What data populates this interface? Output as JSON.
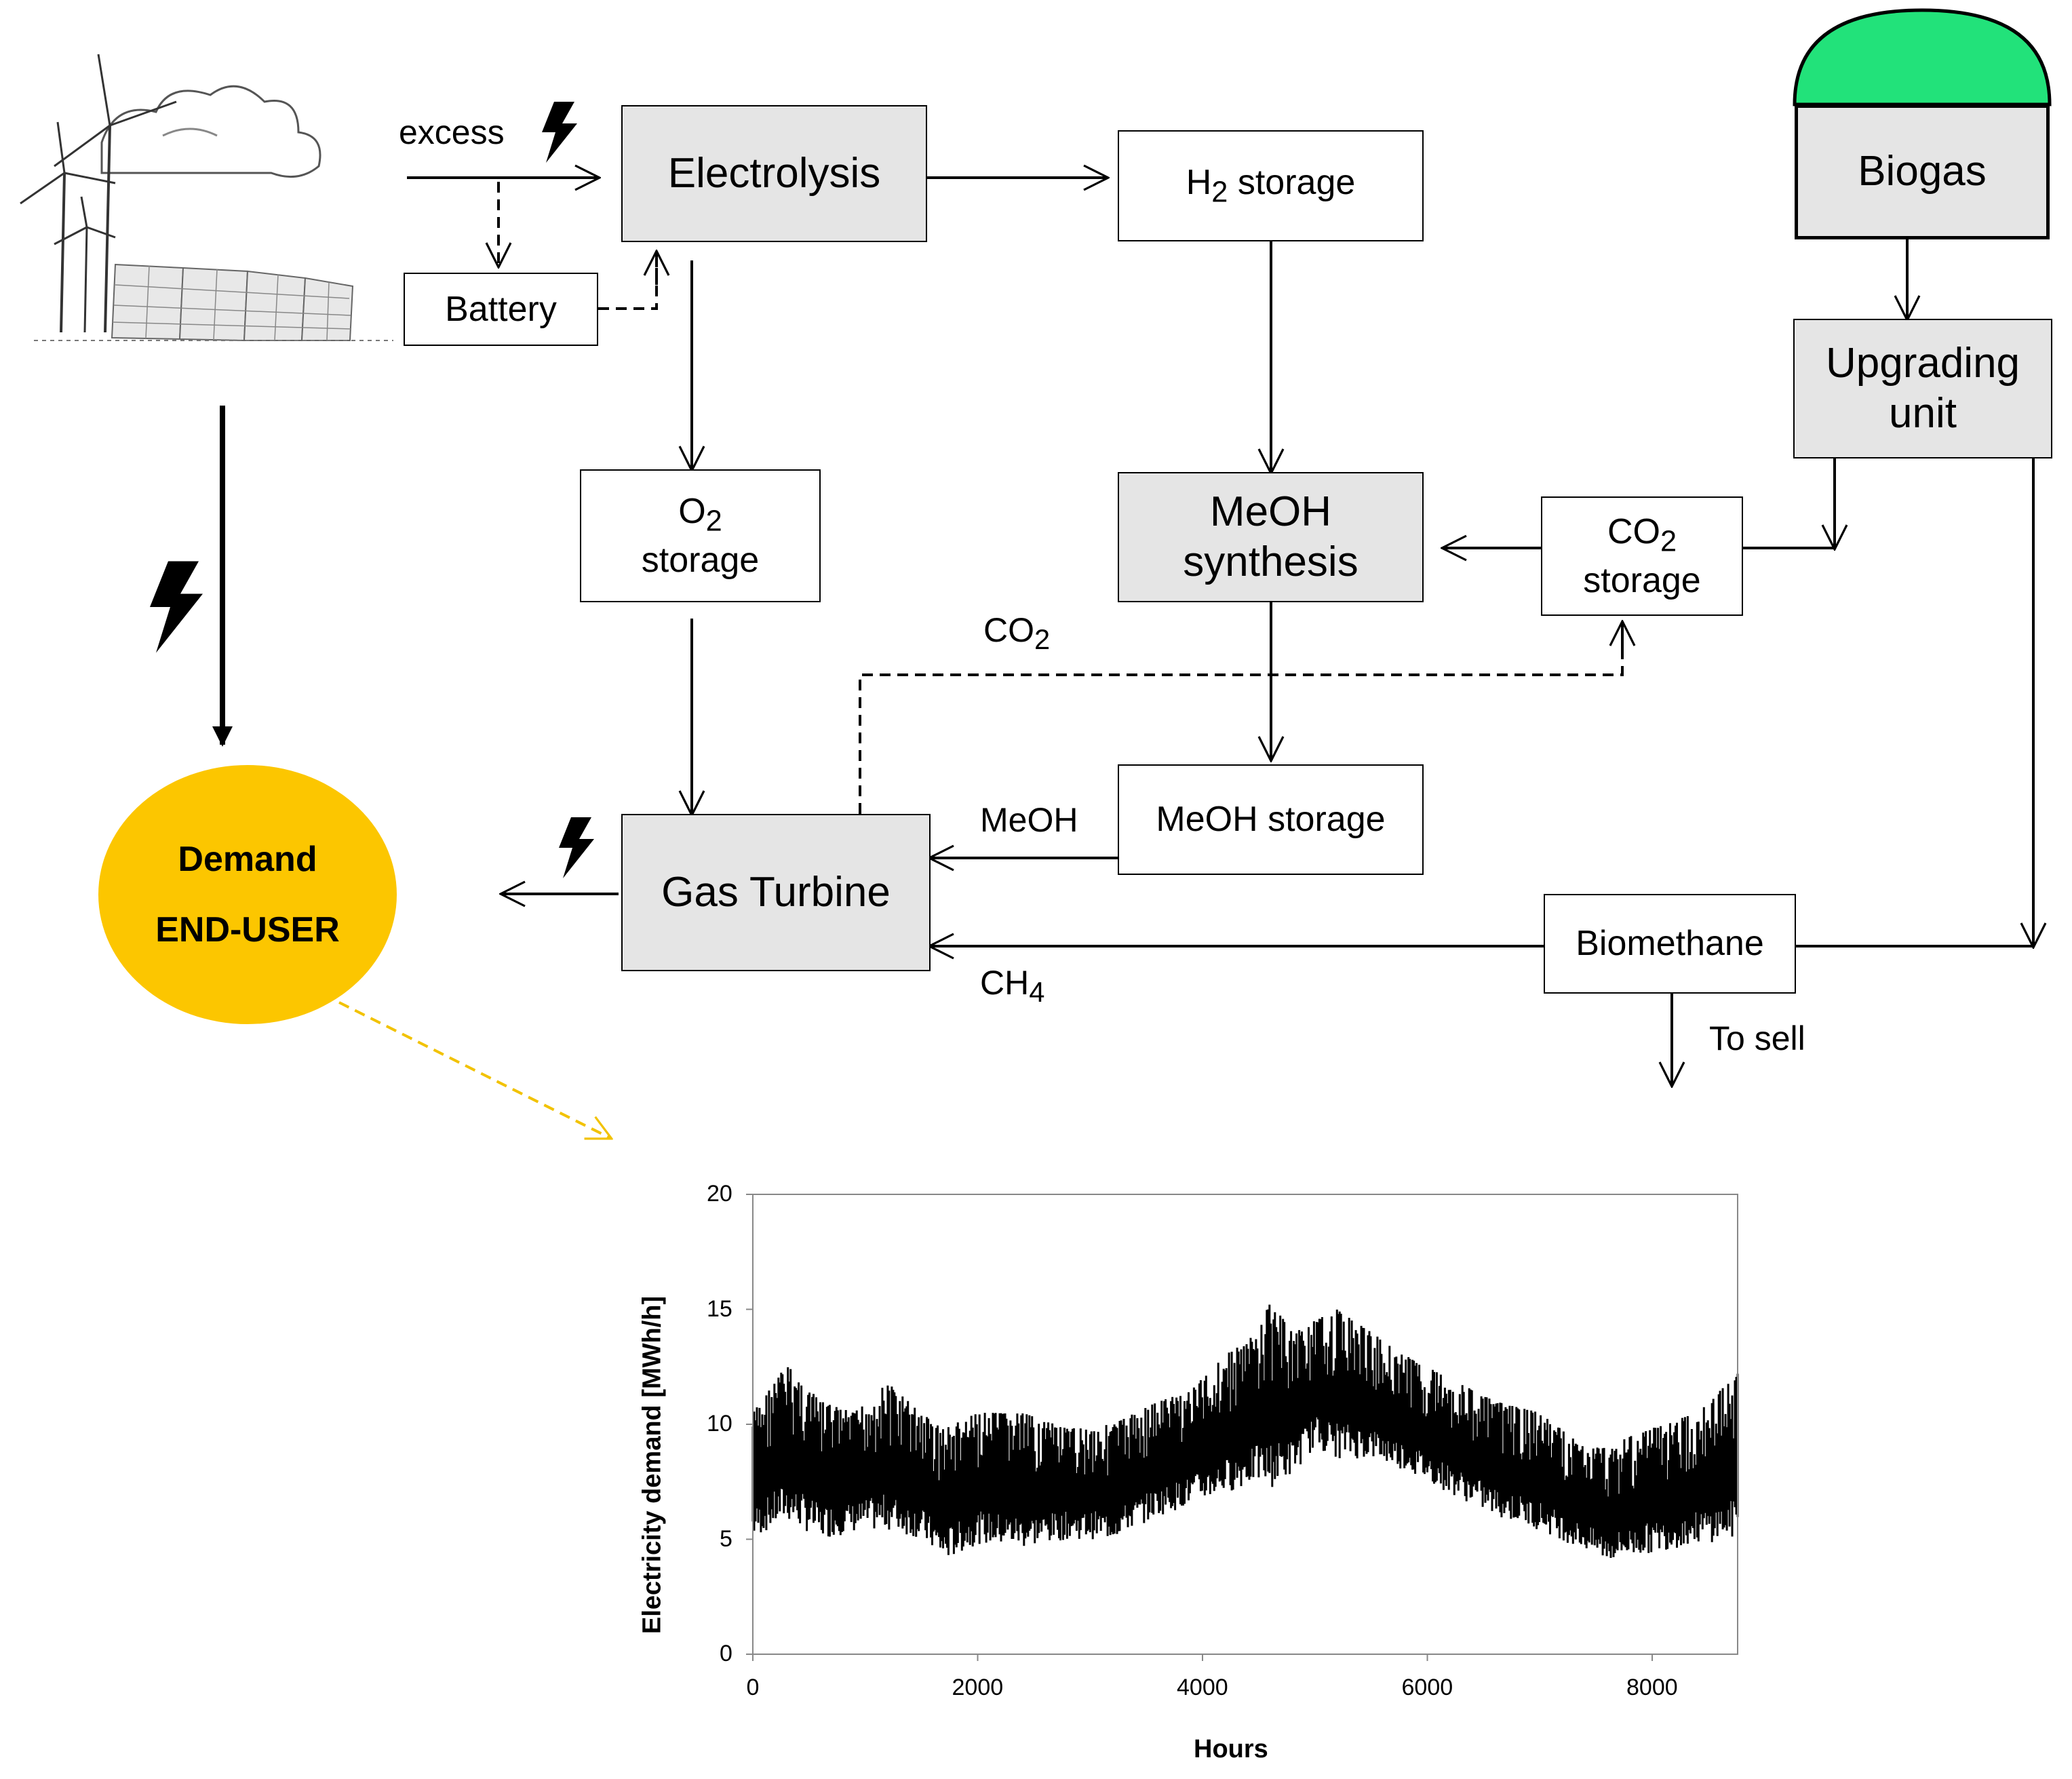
{
  "nodes": {
    "electrolysis": "Electrolysis",
    "h2_storage": {
      "prefix": "H",
      "sub": "2",
      "suffix": " storage"
    },
    "biogas": "Biogas",
    "battery": "Battery",
    "upgrading_line1": "Upgrading",
    "upgrading_line2": "unit",
    "o2_storage": {
      "prefix": "O",
      "sub": "2",
      "suffix": "storage"
    },
    "meoh_line1": "MeOH",
    "meoh_line2": "synthesis",
    "co2_storage": {
      "prefix": "CO",
      "sub": "2",
      "suffix": "storage"
    },
    "meoh_storage": "MeOH storage",
    "gas_turbine": "Gas Turbine",
    "biomethane": "Biomethane",
    "demand_line1": "Demand",
    "demand_line2": "END-USER"
  },
  "labels": {
    "excess": "excess",
    "co2_flow": {
      "prefix": "CO",
      "sub": "2"
    },
    "meoh_flow": "MeOH",
    "ch4_flow": {
      "prefix": "CH",
      "sub": "4"
    },
    "to_sell": "To sell"
  },
  "icons": [
    "renewables-icon",
    "lightning-icon"
  ],
  "colors": {
    "biogas_dome": "#22e27a",
    "demand": "#fcc600",
    "box_fill": "#e5e5e5"
  },
  "chart_data": {
    "type": "line",
    "xlabel": "Hours",
    "ylabel": "Electricity demand [MWh/h]",
    "xlim": [
      0,
      8760
    ],
    "ylim": [
      0,
      20
    ],
    "xticks": [
      0,
      2000,
      4000,
      6000,
      8000
    ],
    "yticks": [
      0,
      5,
      10,
      15,
      20
    ],
    "grid": false,
    "series": [
      {
        "style": "dense hourly band (daily min-max envelope)",
        "x": [
          0,
          300,
          600,
          900,
          1200,
          1500,
          1700,
          2000,
          2400,
          2800,
          3200,
          3600,
          3900,
          4200,
          4500,
          4600,
          4800,
          5000,
          5200,
          5500,
          5800,
          6200,
          6600,
          7000,
          7400,
          7600,
          7800,
          8100,
          8400,
          8760
        ],
        "low": [
          5.0,
          5.8,
          5.0,
          5.3,
          5.4,
          5.0,
          4.0,
          4.8,
          4.6,
          5.0,
          5.0,
          6.0,
          6.5,
          7.0,
          7.5,
          7.2,
          7.8,
          9.0,
          8.5,
          8.5,
          8.0,
          7.0,
          6.0,
          5.4,
          4.5,
          4.0,
          4.2,
          4.5,
          4.8,
          5.0
        ],
        "high": [
          10.5,
          12.6,
          11.0,
          10.5,
          11.8,
          10.5,
          9.8,
          10.5,
          10.5,
          9.8,
          10.0,
          11.0,
          11.5,
          13.0,
          14.0,
          15.4,
          14.0,
          14.5,
          15.0,
          14.0,
          13.0,
          12.0,
          11.0,
          10.5,
          9.0,
          9.0,
          9.5,
          10.0,
          10.5,
          12.2
        ]
      }
    ]
  }
}
